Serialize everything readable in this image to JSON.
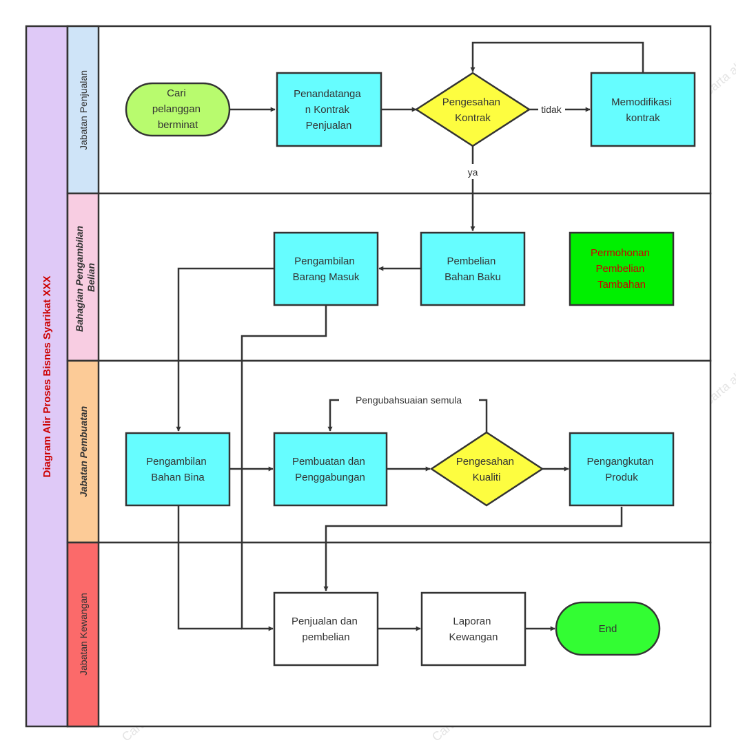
{
  "diagram": {
    "title": "Diagram Alir Proses Bisnes Syarikat XXX",
    "title_color": "#cc0000",
    "title_band_color": "#dfc9f7",
    "lanes": [
      {
        "label": "Jabatan Penjualan",
        "color": "#cfe4f8",
        "italic": false,
        "bold": false,
        "label_lines": [
          "Jabatan Penjualan"
        ]
      },
      {
        "label": "Bahagian Pengambilan Belian",
        "color": "#f8cde2",
        "italic": true,
        "bold": true,
        "label_lines": [
          "Bahagian Pengambilan",
          "Belian"
        ]
      },
      {
        "label": "Jabatan Pembuatan",
        "color": "#fccb97",
        "italic": true,
        "bold": true,
        "label_lines": [
          "Jabatan Pembuatan"
        ]
      },
      {
        "label": "Jabatan Kewangan",
        "color": "#fb6a6a",
        "italic": false,
        "bold": false,
        "label_lines": [
          "Jabatan Kewangan"
        ]
      }
    ],
    "nodes": [
      {
        "id": "cari",
        "shape": "terminal",
        "fill": "#b8fb6e",
        "text_color": "#333333",
        "lines": [
          "Cari",
          "pelanggan",
          "berminat"
        ]
      },
      {
        "id": "penandatangan",
        "shape": "process",
        "fill": "#66fdff",
        "text_color": "#333333",
        "lines": [
          "Penandatanga",
          "n Kontrak",
          "Penjualan"
        ]
      },
      {
        "id": "pengesahan-kontrak",
        "shape": "decision",
        "fill": "#fdfd40",
        "text_color": "#333333",
        "lines": [
          "Pengesahan",
          "Kontrak"
        ]
      },
      {
        "id": "memodifikasi",
        "shape": "process",
        "fill": "#66fdff",
        "text_color": "#333333",
        "lines": [
          "Memodifikasi",
          "kontrak"
        ]
      },
      {
        "id": "pengambilan-barang",
        "shape": "process",
        "fill": "#66fdff",
        "text_color": "#333333",
        "lines": [
          "Pengambilan",
          "Barang Masuk"
        ]
      },
      {
        "id": "pembelian-bahan",
        "shape": "process",
        "fill": "#66fdff",
        "text_color": "#333333",
        "lines": [
          "Pembelian",
          "Bahan Baku"
        ]
      },
      {
        "id": "permohonan",
        "shape": "process",
        "fill": "#00f000",
        "text_color": "#cc0000",
        "lines": [
          "Permohonan",
          "Pembelian",
          "Tambahan"
        ]
      },
      {
        "id": "pengambilan-bahan-bina",
        "shape": "process",
        "fill": "#66fdff",
        "text_color": "#333333",
        "lines": [
          "Pengambilan",
          "Bahan Bina"
        ]
      },
      {
        "id": "pembuatan",
        "shape": "process",
        "fill": "#66fdff",
        "text_color": "#333333",
        "lines": [
          "Pembuatan dan",
          "Penggabungan"
        ]
      },
      {
        "id": "pengesahan-kualiti",
        "shape": "decision",
        "fill": "#fdfd40",
        "text_color": "#333333",
        "lines": [
          "Pengesahan",
          "Kualiti"
        ]
      },
      {
        "id": "pengangkutan",
        "shape": "process",
        "fill": "#66fdff",
        "text_color": "#333333",
        "lines": [
          "Pengangkutan",
          "Produk"
        ]
      },
      {
        "id": "penjualan-pembelian",
        "shape": "process",
        "fill": "#ffffff",
        "text_color": "#333333",
        "lines": [
          "Penjualan dan",
          "pembelian"
        ]
      },
      {
        "id": "laporan",
        "shape": "process",
        "fill": "#ffffff",
        "text_color": "#333333",
        "lines": [
          "Laporan",
          "Kewangan"
        ]
      },
      {
        "id": "end",
        "shape": "terminal",
        "fill": "#33fd33",
        "text_color": "#333333",
        "lines": [
          "End"
        ]
      }
    ],
    "edge_labels": {
      "tidak": "tidak",
      "ya": "ya",
      "pengubahsuaian": "Pengubahsuaian semula"
    },
    "watermark": {
      "texts": [
        "ProcessOn.io Carta alir percuma",
        "Carta alir percuma"
      ],
      "color": "#e4e4e4"
    }
  }
}
